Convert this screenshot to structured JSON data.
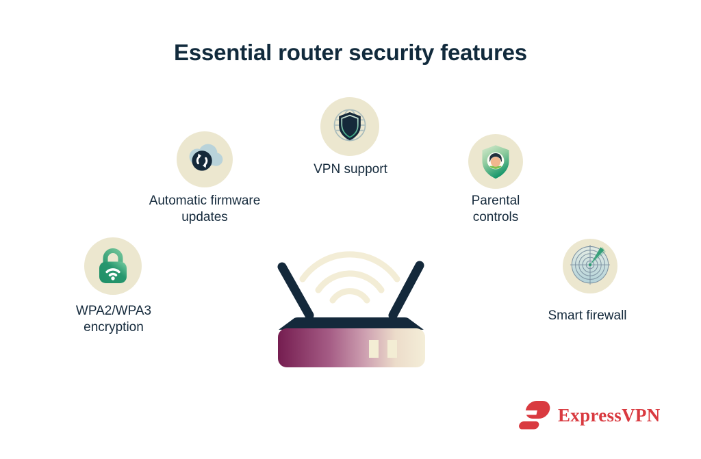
{
  "title": "Essential router security features",
  "features": [
    {
      "name": "automatic-firmware-updates",
      "label": "Automatic firmware\nupdates"
    },
    {
      "name": "vpn-support",
      "label": "VPN support"
    },
    {
      "name": "parental-controls",
      "label": "Parental\ncontrols"
    },
    {
      "name": "wpa2-wpa3-encryption",
      "label": "WPA2/WPA3\nencryption"
    },
    {
      "name": "smart-firewall",
      "label": "Smart firewall"
    }
  ],
  "brand": {
    "wordmark": "ExpressVPN",
    "color": "#d93a40"
  },
  "palette": {
    "heading_navy": "#112a3c",
    "label_navy": "#14293b",
    "circle_cream": "#ece7cf",
    "wifi_cream": "#f3edd6",
    "lock_green": "#22966d",
    "router_magenta": "#751d50",
    "brand_red": "#d93a40"
  }
}
